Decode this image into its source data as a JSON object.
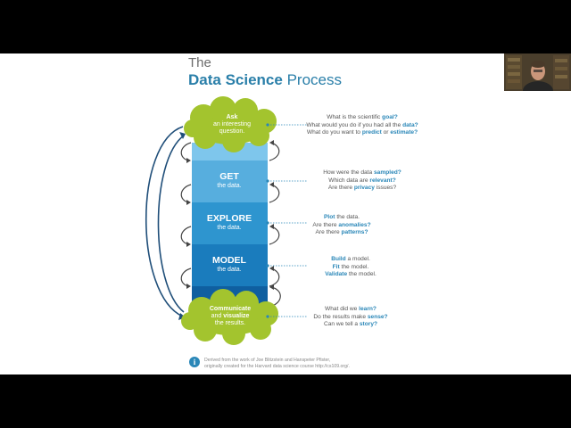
{
  "title": {
    "line1": "The",
    "bold": "Data Science",
    "rest": " Process"
  },
  "ask": {
    "cloud": {
      "keyword": "Ask",
      "rest": "an interesting question."
    },
    "questions": [
      [
        {
          "t": "What is the scientific "
        },
        {
          "t": "goal?",
          "k": true
        }
      ],
      [
        {
          "t": "What would you do if you had all the "
        },
        {
          "t": "data?",
          "k": true
        }
      ],
      [
        {
          "t": "What do you want to "
        },
        {
          "t": "predict",
          "k": true
        },
        {
          "t": " or "
        },
        {
          "t": "estimate?",
          "k": true
        }
      ]
    ]
  },
  "stages": [
    {
      "big": "GET",
      "small": "the data.",
      "color": "#57aede",
      "questions": [
        [
          {
            "t": "How were the data "
          },
          {
            "t": "sampled?",
            "k": true
          }
        ],
        [
          {
            "t": "Which data are "
          },
          {
            "t": "relevant?",
            "k": true
          }
        ],
        [
          {
            "t": "Are there "
          },
          {
            "t": "privacy",
            "k": true
          },
          {
            "t": " issues?"
          }
        ]
      ]
    },
    {
      "big": "EXPLORE",
      "small": "the data.",
      "color": "#2e95cf",
      "questions": [
        [
          {
            "t": "Plot",
            "k": true
          },
          {
            "t": " the data."
          }
        ],
        [
          {
            "t": "Are there "
          },
          {
            "t": "anomalies?",
            "k": true
          }
        ],
        [
          {
            "t": "Are there "
          },
          {
            "t": "patterns?",
            "k": true
          }
        ]
      ]
    },
    {
      "big": "MODEL",
      "small": "the data.",
      "color": "#1a7cbd",
      "questions": [
        [
          {
            "t": "Build",
            "k": true
          },
          {
            "t": " a model."
          }
        ],
        [
          {
            "t": "Fit",
            "k": true
          },
          {
            "t": " the model."
          }
        ],
        [
          {
            "t": "Validate",
            "k": true
          },
          {
            "t": " the model."
          }
        ]
      ]
    }
  ],
  "communicate": {
    "cloud": {
      "kw1": "Communicate",
      "mid": "and ",
      "kw2": "visualize",
      "rest": "the results."
    },
    "questions": [
      [
        {
          "t": "What did we "
        },
        {
          "t": "learn?",
          "k": true
        }
      ],
      [
        {
          "t": "Do the results make "
        },
        {
          "t": "sense?",
          "k": true
        }
      ],
      [
        {
          "t": "Can we tell a "
        },
        {
          "t": "story?",
          "k": true
        }
      ]
    ]
  },
  "footer": {
    "line1": "Derived from the work of Joe Blitzstein and Hanspeter Pfister,",
    "line2": "originally created for the Harvard data science course http://cs109.org/."
  },
  "colors": {
    "cloud": "#a3c42e",
    "accent": "#2a87b8",
    "arrow": "#1f4e79"
  }
}
